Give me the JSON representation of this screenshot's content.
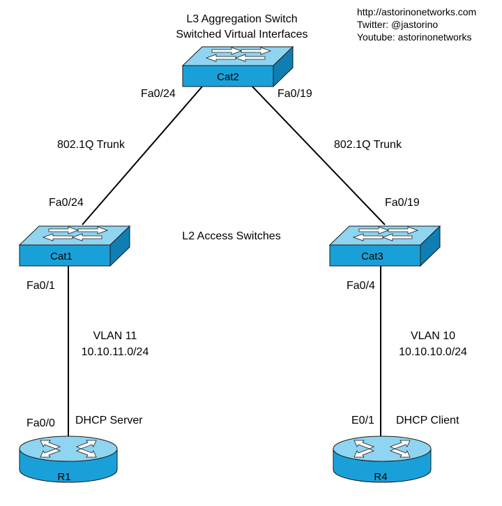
{
  "header": {
    "title_line1": "L3 Aggregation Switch",
    "title_line2": "Switched Virtual Interfaces"
  },
  "credits": {
    "url": "http://astorinonetworks.com",
    "twitter": "Twitter: @jastorino",
    "youtube": "Youtube: astorinonetworks"
  },
  "devices": {
    "cat2": {
      "name": "Cat2",
      "icon": "switch-icon"
    },
    "cat1": {
      "name": "Cat1",
      "icon": "switch-icon"
    },
    "cat3": {
      "name": "Cat3",
      "icon": "switch-icon"
    },
    "r1": {
      "name": "R1",
      "icon": "router-icon"
    },
    "r4": {
      "name": "R4",
      "icon": "router-icon"
    }
  },
  "ports": {
    "cat2_left": "Fa0/24",
    "cat2_right": "Fa0/19",
    "cat1_up": "Fa0/24",
    "cat3_up": "Fa0/19",
    "cat1_down": "Fa0/1",
    "cat3_down": "Fa0/4",
    "r1_port": "Fa0/0",
    "r4_port": "E0/1"
  },
  "links": {
    "trunk_left": "802.1Q Trunk",
    "trunk_right": "802.1Q Trunk",
    "vlan_left": "VLAN 11",
    "subnet_left": "10.10.11.0/24",
    "vlan_right": "VLAN 10",
    "subnet_right": "10.10.10.0/24"
  },
  "roles": {
    "access_switches": "L2 Access Switches",
    "r1_role": "DHCP Server",
    "r4_role": "DHCP Client"
  },
  "colors": {
    "device_top": "#8fd4f0",
    "device_front": "#1aa0d8",
    "device_side": "#0f7fb3",
    "outline": "#1a1a1a",
    "link": "#000000"
  }
}
